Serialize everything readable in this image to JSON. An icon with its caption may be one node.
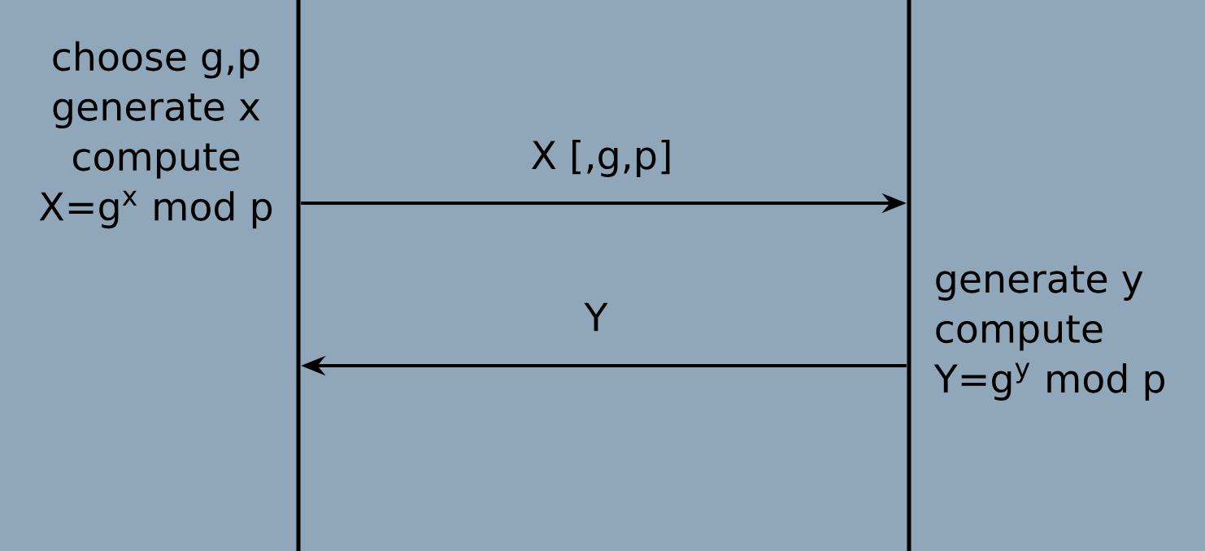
{
  "diagram": {
    "nodes": [
      {
        "text": [],
        "shape": "bar",
        "beside": [
          "choose g,p",
          "generate x",
          "compute",
          "X=g$^{x}$ mod p"
        ]
      },
      {
        "text": [],
        "shape": "bar",
        "beside": [
          "generate y",
          "compute",
          "Y=g$^{y}$ mod p"
        ]
      }
    ],
    "edges": [
      {
        "from": 0,
        "to": 1,
        "arrow": "to",
        "label": "X [,g,p]"
      },
      {
        "from": 1,
        "to": 0,
        "arrow": "to",
        "label": "Y"
      }
    ]
  }
}
